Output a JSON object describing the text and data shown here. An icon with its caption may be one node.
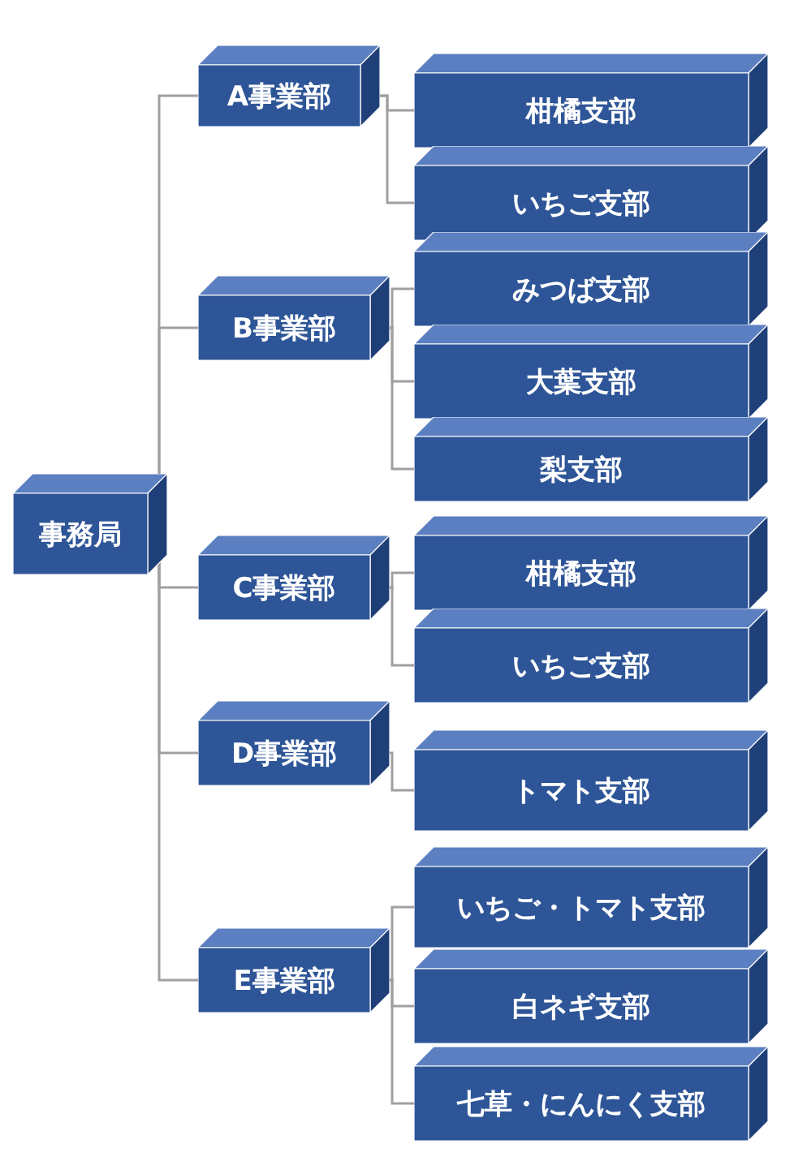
{
  "diagram": {
    "nodes": [
      {
        "text": [
          "事務局"
        ]
      },
      {
        "text": [
          "A事業部"
        ]
      },
      {
        "text": [
          "柑橘支部"
        ]
      },
      {
        "text": [
          "いちご支部"
        ]
      },
      {
        "text": [
          "B事業部"
        ]
      },
      {
        "text": [
          "みつば支部"
        ]
      },
      {
        "text": [
          "大葉支部"
        ]
      },
      {
        "text": [
          "梨支部"
        ]
      },
      {
        "text": [
          "C事業部"
        ]
      },
      {
        "text": [
          "柑橘支部"
        ]
      },
      {
        "text": [
          "いちご支部"
        ]
      },
      {
        "text": [
          "D事業部"
        ]
      },
      {
        "text": [
          "トマト支部"
        ]
      },
      {
        "text": [
          "E事業部"
        ]
      },
      {
        "text": [
          "いちご・トマト支部"
        ]
      },
      {
        "text": [
          "白ネギ支部"
        ]
      },
      {
        "text": [
          "七草・にんにく支部"
        ]
      }
    ],
    "edges": [
      {
        "from": 0,
        "to": 1,
        "arrow": "none"
      },
      {
        "from": 0,
        "to": 4,
        "arrow": "none"
      },
      {
        "from": 0,
        "to": 8,
        "arrow": "none"
      },
      {
        "from": 0,
        "to": 11,
        "arrow": "none"
      },
      {
        "from": 0,
        "to": 13,
        "arrow": "none"
      },
      {
        "from": 1,
        "to": 2,
        "arrow": "none"
      },
      {
        "from": 1,
        "to": 3,
        "arrow": "none"
      },
      {
        "from": 4,
        "to": 5,
        "arrow": "none"
      },
      {
        "from": 4,
        "to": 6,
        "arrow": "none"
      },
      {
        "from": 4,
        "to": 7,
        "arrow": "none"
      },
      {
        "from": 8,
        "to": 9,
        "arrow": "none"
      },
      {
        "from": 8,
        "to": 10,
        "arrow": "none"
      },
      {
        "from": 11,
        "to": 12,
        "arrow": "none"
      },
      {
        "from": 13,
        "to": 14,
        "arrow": "none"
      },
      {
        "from": 13,
        "to": 15,
        "arrow": "none"
      },
      {
        "from": 13,
        "to": 16,
        "arrow": "none"
      }
    ]
  }
}
